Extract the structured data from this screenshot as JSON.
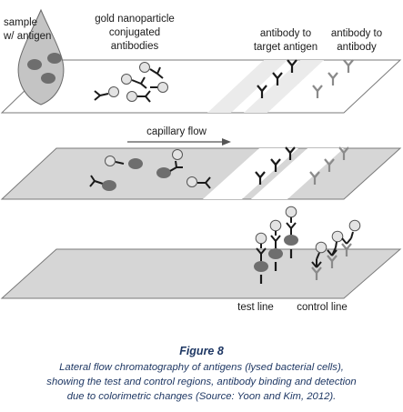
{
  "labels": {
    "sample": [
      "sample",
      "w/ antigen"
    ],
    "gold": [
      "gold nanoparticle",
      "conjugated",
      "antibodies"
    ],
    "antibody_target": [
      "antibody to",
      "target antigen"
    ],
    "antibody_antibody": [
      "antibody to",
      "antibody"
    ],
    "capillary_flow": "capillary flow",
    "test_line": "test line",
    "control_line": "control line"
  },
  "caption": {
    "title": "Figure 8",
    "lines": [
      "Lateral flow chromatography of antigens (lysed bacterial cells),",
      "showing the test and control regions, antibody binding and detection",
      "due to colorimetric changes (Source: Yoon and Kim, 2012)."
    ]
  },
  "colors": {
    "strip_fill": "#d6d6d6",
    "strip_stroke": "#7a7a7a",
    "particle_fill": "#e3e3e3",
    "antigen_fill": "#6e6e6e",
    "antibody_dark": "#1a1a1a",
    "antibody_gray": "#8a8a8a",
    "caption_color": "#1f3864"
  }
}
